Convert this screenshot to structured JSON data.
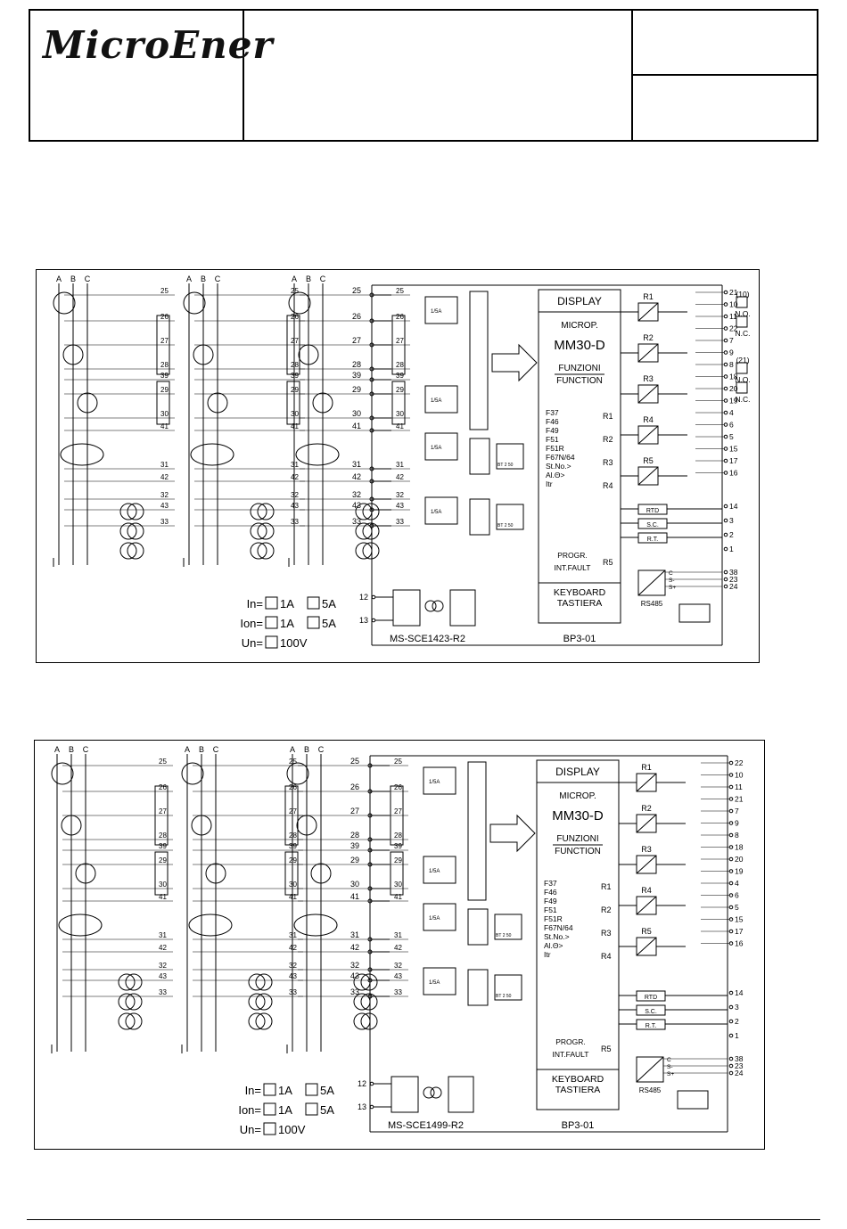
{
  "header": {
    "logo_text": "MicroEner"
  },
  "diagrams": [
    {
      "drawing_code": "MS-SCE1423-R2",
      "relay": {
        "display": "DISPLAY",
        "microp": "MICROP.",
        "model": "MM30-D",
        "funzioni": "FUNZIONI",
        "function": "FUNCTION",
        "functions": [
          "F37",
          "F46",
          "F49",
          "F51",
          "F51R",
          "F67N/64",
          "St.No.>",
          "Al.Θ>",
          "Itr"
        ],
        "progr": "PROGR.",
        "intfault": "INT.FAULT",
        "keyboard": "KEYBOARD",
        "tastiera": "TASTIERA",
        "board_code": "BP3-01"
      },
      "relay_outputs": [
        "R1",
        "R2",
        "R3",
        "R4",
        "R5"
      ],
      "func_group_labels": [
        "R1",
        "R2",
        "R3",
        "R4",
        "R5"
      ],
      "output_terminals": [
        "21",
        "10",
        "11",
        "22",
        "7",
        "9",
        "8",
        "18",
        "20",
        "19",
        "4",
        "6",
        "5",
        "15",
        "17",
        "16"
      ],
      "io_labels": [
        "RTD",
        "S.C.",
        "R.T."
      ],
      "io_terminals": [
        "14",
        "3",
        "2",
        "1"
      ],
      "comm_label": "RS485",
      "comm_pins": [
        "C",
        "S-",
        "S+"
      ],
      "comm_terminals": [
        "38",
        "23",
        "24"
      ],
      "contact_legend": [
        "(10)",
        "N.O.",
        "N.C.",
        "(21)",
        "N.O.",
        "N.C."
      ],
      "input_terminals": [
        "25",
        "26",
        "27",
        "28",
        "39",
        "29",
        "30",
        "41",
        "31",
        "42",
        "32",
        "43",
        "33"
      ],
      "supply_terminals": [
        "12",
        "13"
      ],
      "phases": [
        "A",
        "B",
        "C"
      ],
      "ratings": [
        {
          "label": "In=",
          "opt1": "1A",
          "opt2": "5A"
        },
        {
          "label": "Ion=",
          "opt1": "1A",
          "opt2": "5A"
        },
        {
          "label": "Un=",
          "opt1": "100V"
        }
      ],
      "ct_label": "1/5A",
      "filter_label": "BT 2 50"
    },
    {
      "drawing_code": "MS-SCE1499-R2",
      "relay": {
        "display": "DISPLAY",
        "microp": "MICROP.",
        "model": "MM30-D",
        "funzioni": "FUNZIONI",
        "function": "FUNCTION",
        "functions": [
          "F37",
          "F46",
          "F49",
          "F51",
          "F51R",
          "F67N/64",
          "St.No.>",
          "Al.Θ>",
          "Itr"
        ],
        "progr": "PROGR.",
        "intfault": "INT.FAULT",
        "keyboard": "KEYBOARD",
        "tastiera": "TASTIERA",
        "board_code": "BP3-01"
      },
      "relay_outputs": [
        "R1",
        "R2",
        "R3",
        "R4",
        "R5"
      ],
      "func_group_labels": [
        "R1",
        "R2",
        "R3",
        "R4",
        "R5"
      ],
      "output_terminals": [
        "22",
        "10",
        "11",
        "21",
        "7",
        "9",
        "8",
        "18",
        "20",
        "19",
        "4",
        "6",
        "5",
        "15",
        "17",
        "16"
      ],
      "io_labels": [
        "RTD",
        "S.C.",
        "R.T."
      ],
      "io_terminals": [
        "14",
        "3",
        "2",
        "1"
      ],
      "comm_label": "RS485",
      "comm_pins": [
        "C",
        "S-",
        "S+"
      ],
      "comm_terminals": [
        "38",
        "23",
        "24"
      ],
      "contact_legend": [],
      "input_terminals": [
        "25",
        "26",
        "27",
        "28",
        "39",
        "29",
        "30",
        "41",
        "31",
        "42",
        "32",
        "43",
        "33"
      ],
      "supply_terminals": [
        "12",
        "13"
      ],
      "phases": [
        "A",
        "B",
        "C"
      ],
      "ratings": [
        {
          "label": "In=",
          "opt1": "1A",
          "opt2": "5A"
        },
        {
          "label": "Ion=",
          "opt1": "1A",
          "opt2": "5A"
        },
        {
          "label": "Un=",
          "opt1": "100V"
        }
      ],
      "ct_label": "1/5A",
      "filter_label": "BT 2 50"
    }
  ]
}
